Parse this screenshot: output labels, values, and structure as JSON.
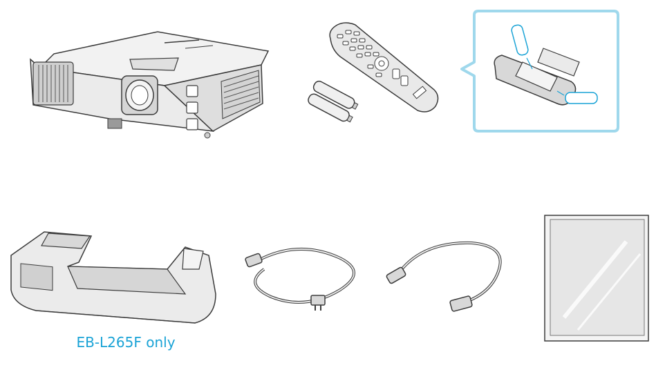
{
  "colors": {
    "line": "#3a3a3a",
    "body_fill": "#ebebeb",
    "shade_fill": "#d2d2d2",
    "dark_fill": "#9a9a9a",
    "callout": "#9fd8ec",
    "accent_text": "#1aa3d6"
  },
  "items": [
    {
      "name": "projector",
      "icon": "projector-icon"
    },
    {
      "name": "remote-control",
      "icon": "remote-control-icon"
    },
    {
      "name": "aa-batteries",
      "icon": "battery-icon"
    },
    {
      "name": "battery-installation-callout",
      "icon": "battery-install-icon"
    },
    {
      "name": "cable-cover",
      "icon": "cable-cover-icon"
    },
    {
      "name": "power-cord",
      "icon": "power-cord-icon"
    },
    {
      "name": "hdmi-cable",
      "icon": "hdmi-cable-icon"
    },
    {
      "name": "document-bag",
      "icon": "document-bag-icon"
    }
  ],
  "caption": {
    "text": "EB-L265F only"
  }
}
